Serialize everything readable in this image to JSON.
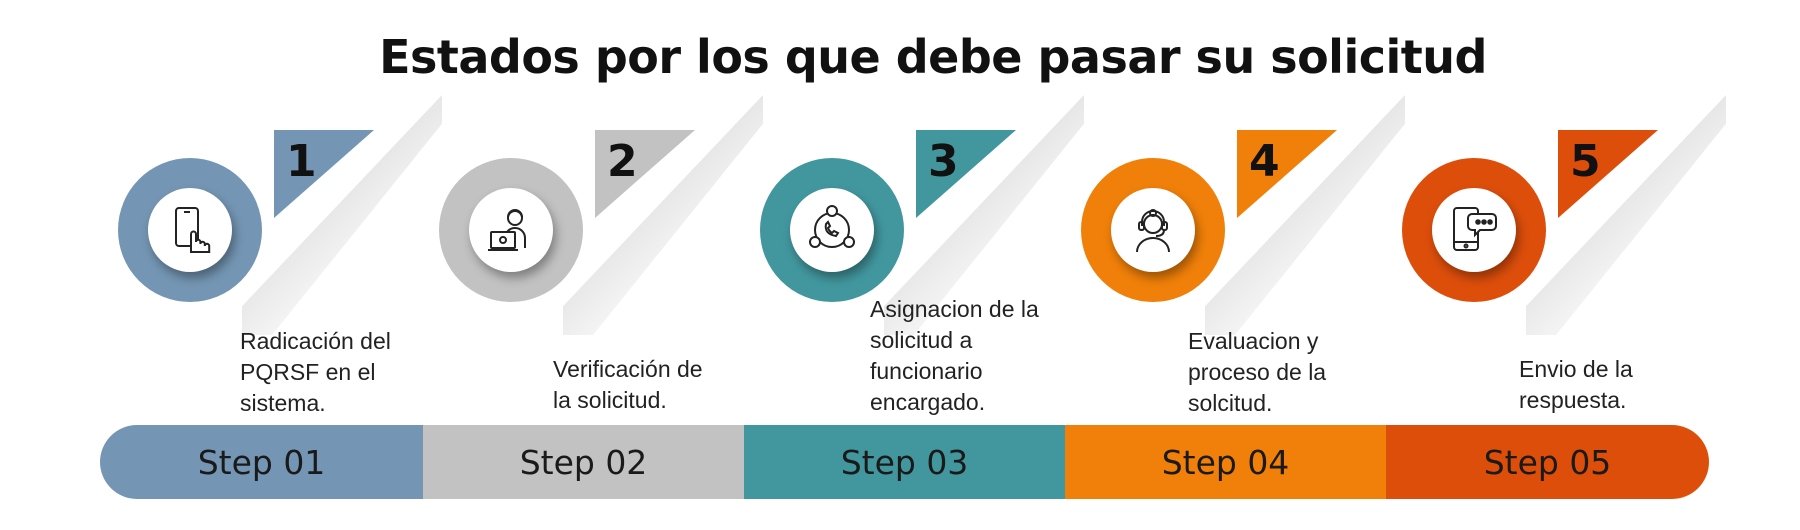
{
  "title": "Estados por los que debe pasar su solicitud",
  "colors": {
    "step1": "#7496b4",
    "step2": "#c2c2c2",
    "step3": "#42979f",
    "step4": "#f08009",
    "step5": "#dd4e0b"
  },
  "steps": [
    {
      "number": "1",
      "icon": "touch-phone-icon",
      "description": "Radicación del\nPQRSF en el\nsistema.",
      "bar_label": "Step 01"
    },
    {
      "number": "2",
      "icon": "agent-laptop-icon",
      "description": "Verificación de\nla solicitud.",
      "bar_label": "Step 02"
    },
    {
      "number": "3",
      "icon": "network-call-icon",
      "description": "Asignacion de la\nsolicitud a\nfuncionario\nencargado.",
      "bar_label": "Step 03"
    },
    {
      "number": "4",
      "icon": "headset-operator-icon",
      "description": "Evaluacion y\nproceso de la\nsolcitud.",
      "bar_label": "Step 04"
    },
    {
      "number": "5",
      "icon": "phone-chat-icon",
      "description": "Envio de la\nrespuesta.",
      "bar_label": "Step 05"
    }
  ]
}
